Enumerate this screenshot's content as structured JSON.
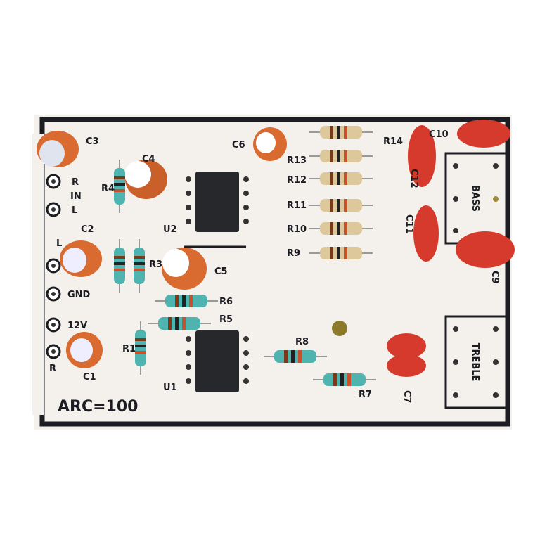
{
  "board": {
    "marking": "ARC=100",
    "colors": {
      "board": "#f4f1ec",
      "silkscreen": "#1b1d22",
      "electrolytic": "#e0763a",
      "film_cap": "#d63a2c",
      "ic": "#26282c"
    }
  },
  "labels": {
    "c1": "C1",
    "c2": "C2",
    "c3": "C3",
    "c4": "C4",
    "c5": "C5",
    "c6": "C6",
    "c7": "C7",
    "c9": "C9",
    "c10": "C10",
    "c11": "C11",
    "c12": "C12",
    "r1": "R1",
    "r3": "R3",
    "r4": "R4",
    "r5": "R5",
    "r6": "R6",
    "r7": "R7",
    "r8": "R8",
    "r9": "R9",
    "r10": "R10",
    "r11": "R11",
    "r12": "R12",
    "r13": "R13",
    "r14": "R14",
    "u1": "U1",
    "u2": "U2",
    "in_r": "R",
    "in": "IN",
    "in_l": "L",
    "out_l": "L",
    "gnd": "GND",
    "v12": "12V",
    "out_r": "R",
    "bass": "BASS",
    "treble": "TREBLE"
  }
}
